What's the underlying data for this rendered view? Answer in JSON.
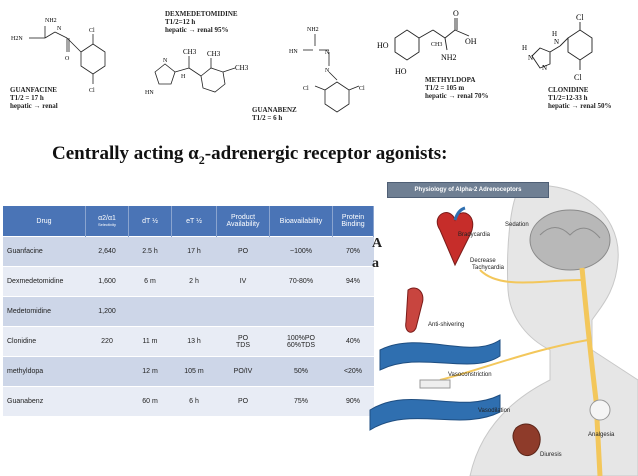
{
  "structures": {
    "guanfacine": {
      "name": "GUANFACINE",
      "half_life": "T1/2 = 17 h",
      "route": "hepatic → renal",
      "atoms": {
        "nh2": "NH2",
        "h2n": "H2N",
        "n": "N",
        "o": "O",
        "cl1": "Cl",
        "cl2": "Cl"
      }
    },
    "dexmedetomidine": {
      "name": "DEXMEDETOMIDINE",
      "half_life": "T1/2=12 h",
      "route": "hepatic → renal 95%",
      "atoms": {
        "n": "N",
        "hn": "HN",
        "h": "H",
        "ch3a": "CH3",
        "ch3b": "CH3",
        "ch3c": "CH3"
      }
    },
    "guanabenz": {
      "name": "GUANABENZ",
      "half_life": "T1/2 = 6 h",
      "atoms": {
        "nh2": "NH2",
        "hn": "HN",
        "n": "N",
        "nh": "N",
        "cl1": "Cl",
        "cl2": "Cl"
      }
    },
    "methyldopa": {
      "name": "METHYLDOPA",
      "half_life": "T1/2 = 105 m",
      "route": "hepatic → renal 70%",
      "atoms": {
        "ho1": "HO",
        "ho2": "HO",
        "o": "O",
        "oh": "OH",
        "nh2": "NH2",
        "ch3": "CH3"
      }
    },
    "clonidine": {
      "name": "CLONIDINE",
      "half_life": "T1/2=12-33 h",
      "route": "hepatic → renal 50%",
      "atoms": {
        "cl1": "Cl",
        "cl2": "Cl",
        "h1": "H",
        "h2": "H",
        "n1": "N",
        "n2": "N",
        "n3": "N"
      }
    }
  },
  "slide_title_prefix": "Centrally acting ",
  "slide_title_alpha": "α",
  "slide_title_sub": "2",
  "slide_title_suffix": "-adrenergic receptor agonists:",
  "table": {
    "headers": [
      {
        "label": "Drug"
      },
      {
        "label": "α2/α1",
        "sub": "Selectivity"
      },
      {
        "label": "dT ½"
      },
      {
        "label": "eT ½"
      },
      {
        "label": "Product Availability"
      },
      {
        "label": "Bioavailability"
      },
      {
        "label": "Protein Binding"
      }
    ],
    "rows": [
      [
        "Guanfacine",
        "2,640",
        "2.5 h",
        "17 h",
        "PO",
        "~100%",
        "70%"
      ],
      [
        "Dexmedetomidine",
        "1,600",
        "6 m",
        "2 h",
        "IV",
        "70-80%",
        "94%"
      ],
      [
        "Medetomidine",
        "1,200",
        "",
        "",
        "",
        "",
        ""
      ],
      [
        "Clonidine",
        "220",
        "11 m",
        "13 h",
        "PO\nTDS",
        "100%PO\n60%TDS",
        "40%"
      ],
      [
        "methyldopa",
        "",
        "12 m",
        "105 m",
        "PO/IV",
        "50%",
        "<20%"
      ],
      [
        "Guanabenz",
        "",
        "60 m",
        "6 h",
        "PO",
        "75%",
        "90%"
      ]
    ]
  },
  "partial_text": {
    "line1": "A",
    "line2": "a"
  },
  "figure": {
    "title": "Physiology of Alpha-2 Adrenoceptors",
    "labels": {
      "sedation": "Sedation",
      "bradycardia": "Bradycardia",
      "decrease": "Decrease",
      "tachycardia": "Tachycardia",
      "antishivering": "Anti-shivering",
      "vasoconstriction": "Vasoconstriction",
      "vasodilation": "Vasodilation",
      "analgesia": "Analgesia",
      "diuresis": "Diuresis"
    }
  },
  "colors": {
    "table_header": "#4a74b6",
    "row_odd": "#cdd6e8",
    "row_even": "#e8ecf5",
    "figure_title_bg": "#6f7f93"
  }
}
